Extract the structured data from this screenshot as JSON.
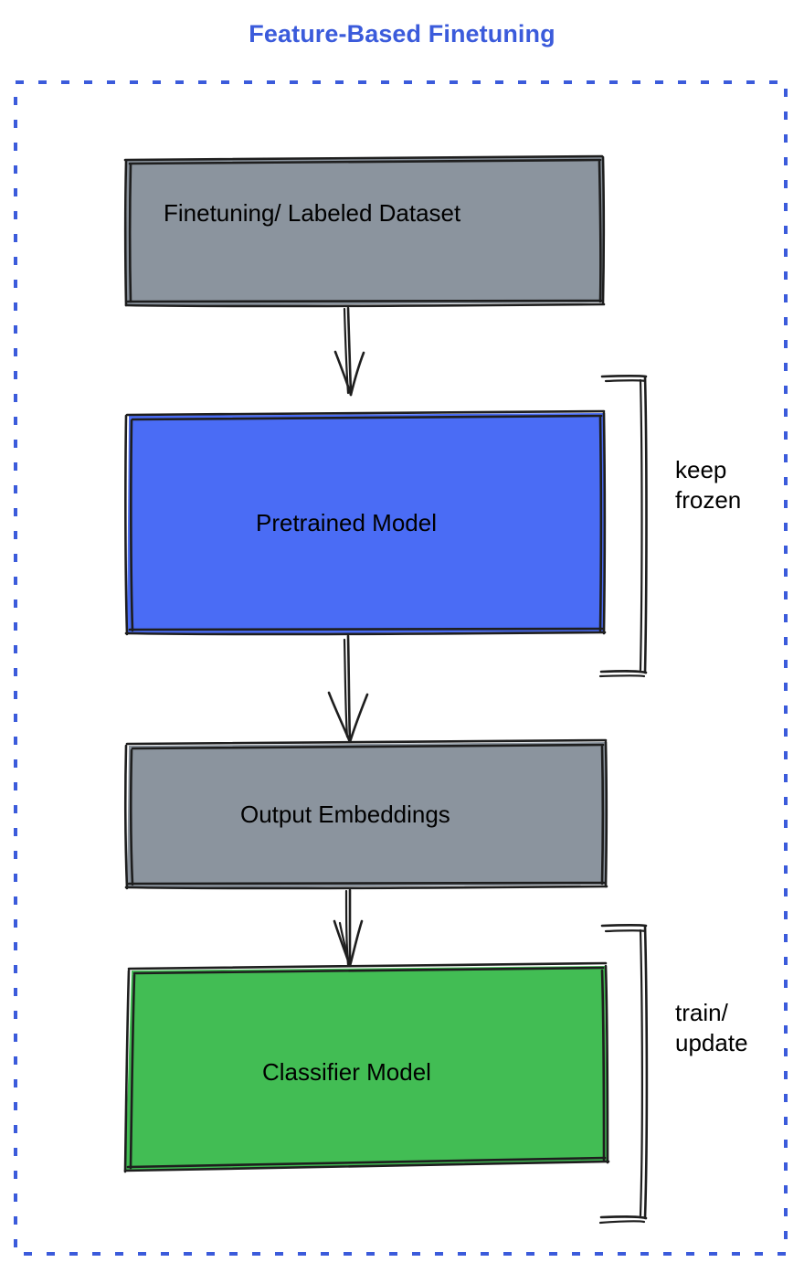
{
  "diagram": {
    "title": "Feature-Based Finetuning",
    "title_color": "#3b5bdb",
    "container": {
      "name": "feature-based-finetuning-group",
      "border_style": "dashed",
      "border_color": "#3b5bdb"
    },
    "nodes": [
      {
        "id": "finetuning-dataset",
        "label": "Finetuning/ Labeled Dataset",
        "fill": "#8b949e",
        "stroke": "#1e1e1e",
        "shape": "rectangle"
      },
      {
        "id": "pretrained-model",
        "label": "Pretrained Model",
        "fill": "#4a6cf5",
        "stroke": "#1e1e1e",
        "shape": "rectangle"
      },
      {
        "id": "output-embeddings",
        "label": "Output Embeddings",
        "fill": "#8b949e",
        "stroke": "#1e1e1e",
        "shape": "rectangle"
      },
      {
        "id": "classifier-model",
        "label": "Classifier Model",
        "fill": "#42bd54",
        "stroke": "#1e1e1e",
        "shape": "rectangle"
      }
    ],
    "edges": [
      {
        "id": "edge-dataset-to-pretrained",
        "from": "finetuning-dataset",
        "to": "pretrained-model",
        "arrow": "down"
      },
      {
        "id": "edge-pretrained-to-embeddings",
        "from": "pretrained-model",
        "to": "output-embeddings",
        "arrow": "down"
      },
      {
        "id": "edge-embeddings-to-classifier",
        "from": "output-embeddings",
        "to": "classifier-model",
        "arrow": "down"
      }
    ],
    "annotations": [
      {
        "id": "keep-frozen",
        "text": "keep\nfrozen",
        "line1": "keep",
        "line2": "frozen",
        "target": "pretrained-model",
        "bracket": "right-brace"
      },
      {
        "id": "train-update",
        "text": "train/\nupdate",
        "line1": "train/",
        "line2": "update",
        "target": "classifier-model",
        "bracket": "right-brace"
      }
    ]
  }
}
